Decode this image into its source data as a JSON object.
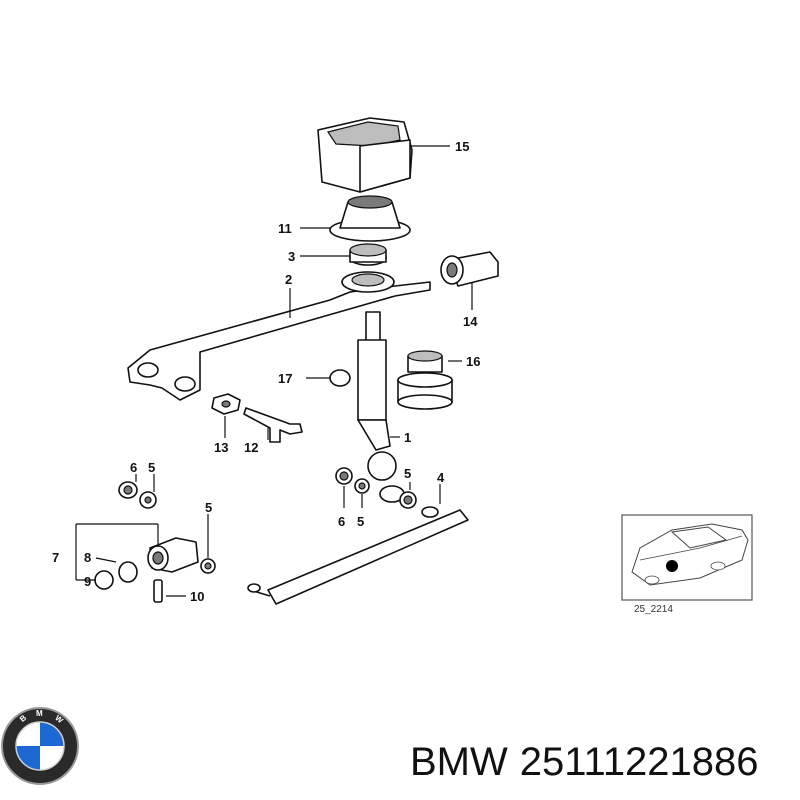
{
  "diagram": {
    "callouts": {
      "p15": "15",
      "p11": "11",
      "p3": "3",
      "p2": "2",
      "p14": "14",
      "p17": "17",
      "p16": "16",
      "p1": "1",
      "p13": "13",
      "p12": "12",
      "p6a": "6",
      "p5a": "5",
      "p6b": "6",
      "p5b": "5",
      "p4": "4",
      "p5c": "5",
      "p7": "7",
      "p8": "8",
      "p9": "9",
      "p10": "10"
    },
    "inset_code": "25_2214"
  },
  "caption": {
    "brand": "BMW",
    "part_number": "25111221886"
  },
  "colors": {
    "line": "#111111",
    "logo_blue": "#1c69d4",
    "logo_ring": "#1a1a1a"
  }
}
